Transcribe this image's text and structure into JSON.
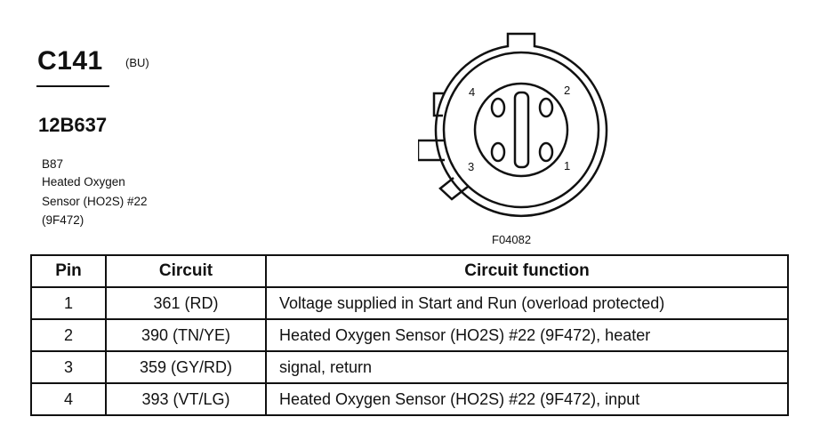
{
  "header": {
    "connector_id": "C141",
    "connector_color": "(BU)",
    "part_number": "12B637",
    "description": [
      "B87",
      "Heated Oxygen",
      "Sensor (HO2S) #22",
      "(9F472)"
    ],
    "figure_id": "F04082"
  },
  "diagram": {
    "pin_labels": [
      "4",
      "2",
      "3",
      "1"
    ]
  },
  "table": {
    "headers": {
      "pin": "Pin",
      "circuit": "Circuit",
      "function": "Circuit function"
    },
    "rows": [
      {
        "pin": "1",
        "circuit": "361 (RD)",
        "function": "Voltage supplied in Start and Run (overload protected)"
      },
      {
        "pin": "2",
        "circuit": "390 (TN/YE)",
        "function": "Heated Oxygen Sensor (HO2S) #22 (9F472), heater"
      },
      {
        "pin": "3",
        "circuit": "359 (GY/RD)",
        "function": "signal, return"
      },
      {
        "pin": "4",
        "circuit": "393 (VT/LG)",
        "function": "Heated Oxygen Sensor (HO2S) #22 (9F472), input"
      }
    ]
  }
}
